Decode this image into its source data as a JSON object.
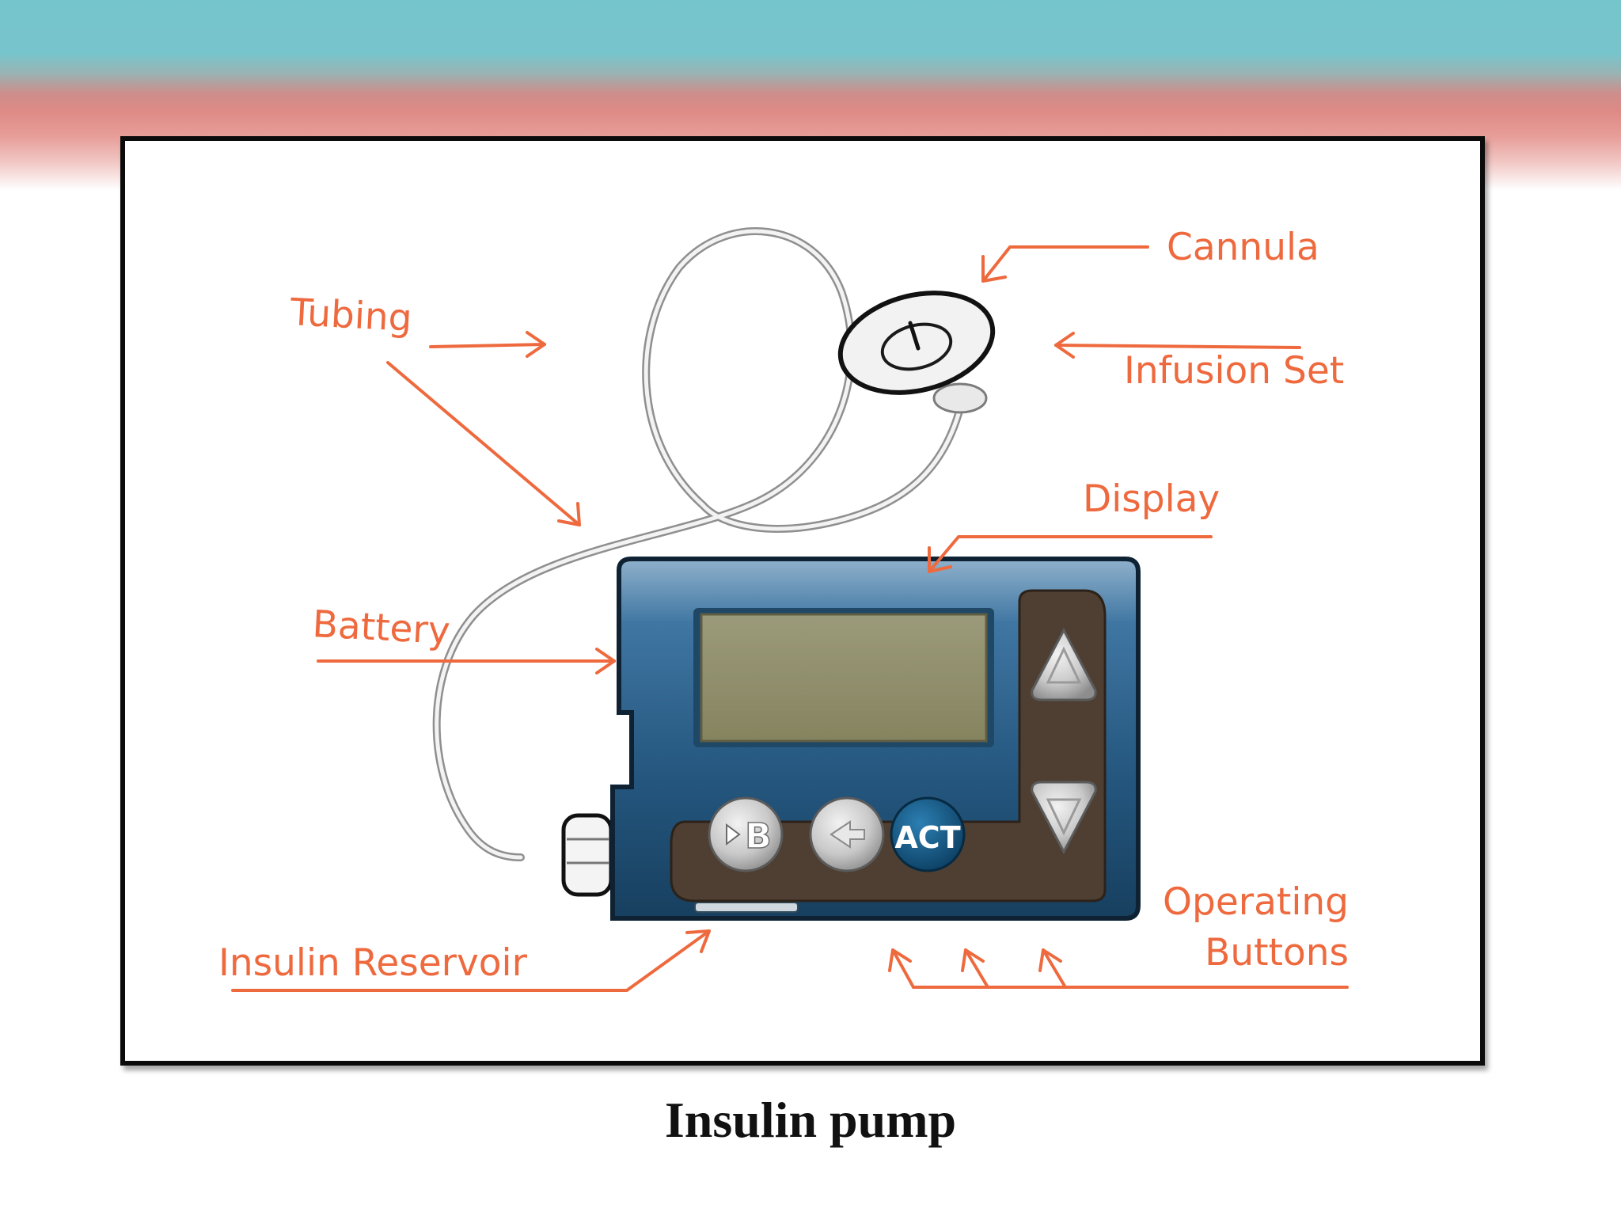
{
  "caption": "Insulin pump",
  "diagram": {
    "labels": {
      "tubing": "Tubing",
      "cannula": "Cannula",
      "infusion_set": "Infusion Set",
      "display": "Display",
      "battery": "Battery",
      "insulin_reservoir": "Insulin Reservoir",
      "operating_buttons_line1": "Operating",
      "operating_buttons_line2": "Buttons"
    },
    "pump_buttons": {
      "b_button": "B",
      "act_button": "ACT"
    },
    "colors": {
      "callout": "#ee6a3e",
      "pump_body": "#2b5f86",
      "pump_display": "#8f8c6a",
      "button_panel": "#4e3f32",
      "act_button": "#0f4f78"
    }
  }
}
